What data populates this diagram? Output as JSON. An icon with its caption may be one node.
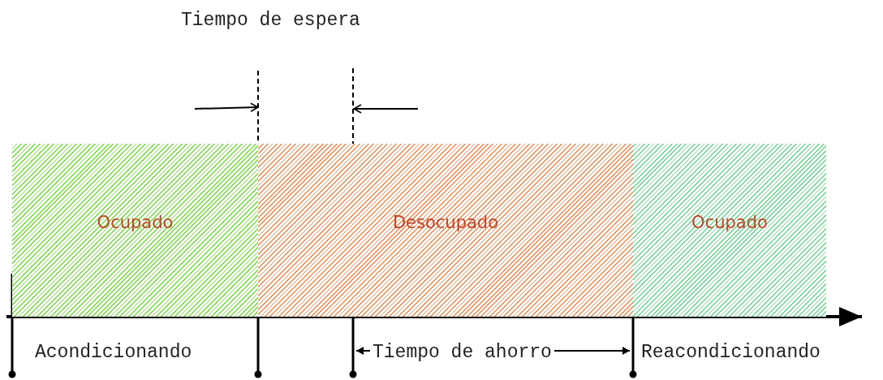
{
  "diagram": {
    "nodes": [
      {
        "text": [
          "Ocupado"
        ]
      },
      {
        "text": [
          "Desocupado"
        ]
      },
      {
        "text": [
          "Ocupado"
        ]
      }
    ],
    "labels": [
      "Tiempo de espera",
      "Acondicionando",
      "Tiempo de ahorro",
      "Reacondicionando"
    ]
  }
}
